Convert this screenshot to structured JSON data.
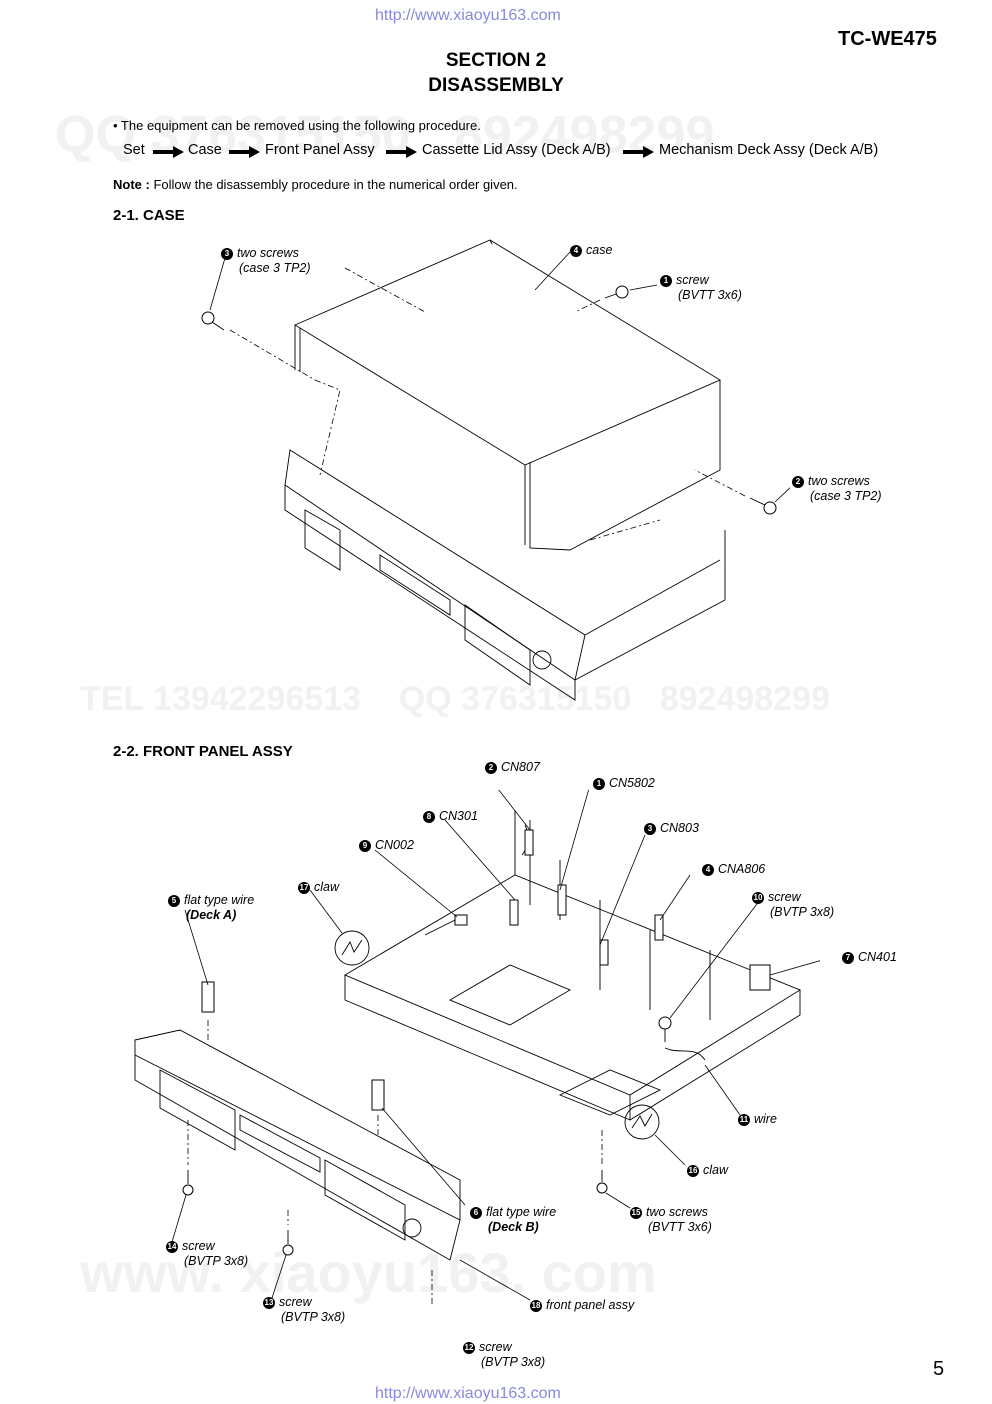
{
  "header": {
    "url_top": "http://www.xiaoyu163.com",
    "model": "TC-WE475",
    "section_line1": "SECTION 2",
    "section_line2": "DISASSEMBLY"
  },
  "intro": {
    "bullet": "• The equipment can be removed using the following procedure.",
    "flow": [
      "Set",
      "Case",
      "Front Panel Assy",
      "Cassette Lid Assy (Deck A/B)",
      "Mechanism Deck Assy (Deck A/B)"
    ],
    "note_label": "Note :",
    "note_text": "Follow the disassembly procedure in the numerical order given."
  },
  "case_section": {
    "title": "2-1. CASE",
    "labels": {
      "l3": {
        "num": "3",
        "line1": "two screws",
        "line2": "(case 3 TP2)"
      },
      "l4": {
        "num": "4",
        "line1": "case"
      },
      "l1": {
        "num": "1",
        "line1": "screw",
        "line2": "(BVTT 3x6)"
      },
      "l2": {
        "num": "2",
        "line1": "two screws",
        "line2": "(case 3 TP2)"
      }
    }
  },
  "front_section": {
    "title": "2-2. FRONT PANEL ASSY",
    "labels": {
      "cn807": {
        "num": "2",
        "line1": "CN807"
      },
      "cn5802": {
        "num": "1",
        "line1": "CN5802"
      },
      "cn301": {
        "num": "8",
        "line1": "CN301"
      },
      "cn803": {
        "num": "3",
        "line1": "CN803"
      },
      "cn002": {
        "num": "9",
        "line1": "CN002"
      },
      "cna806": {
        "num": "4",
        "line1": "CNA806"
      },
      "claw17": {
        "num": "17",
        "line1": "claw"
      },
      "wire5": {
        "num": "5",
        "line1": "flat type wire",
        "line2": "(Deck A)"
      },
      "screw10": {
        "num": "10",
        "line1": "screw",
        "line2": "(BVTP 3x8)"
      },
      "cn401": {
        "num": "7",
        "line1": "CN401"
      },
      "wire11": {
        "num": "11",
        "line1": "wire"
      },
      "claw16": {
        "num": "16",
        "line1": "claw"
      },
      "wire6": {
        "num": "6",
        "line1": "flat type wire",
        "line2": "(Deck B)"
      },
      "screw15": {
        "num": "15",
        "line1": "two screws",
        "line2": "(BVTT 3x6)"
      },
      "screw14": {
        "num": "14",
        "line1": "screw",
        "line2": "(BVTP 3x8)"
      },
      "screw13": {
        "num": "13",
        "line1": "screw",
        "line2": "(BVTP 3x8)"
      },
      "panel18": {
        "num": "18",
        "line1": "front panel assy"
      },
      "screw12": {
        "num": "12",
        "line1": "screw",
        "line2": "(BVTP 3x8)"
      }
    }
  },
  "footer": {
    "page_number": "5",
    "url_bottom": "http://www.xiaoyu163.com"
  }
}
